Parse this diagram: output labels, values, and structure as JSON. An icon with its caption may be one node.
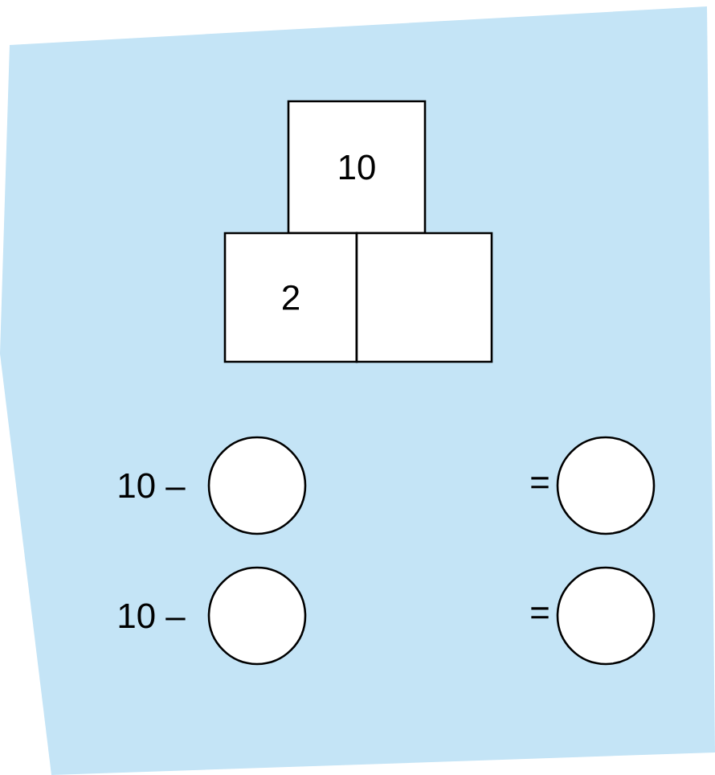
{
  "diagram": {
    "nodes": [
      {
        "text": [
          "10"
        ]
      },
      {
        "text": [
          "2"
        ]
      },
      {
        "text": [],
        "shape": "box"
      },
      {
        "text": [],
        "shape": "circle"
      },
      {
        "text": [],
        "shape": "circle"
      },
      {
        "text": [],
        "shape": "circle"
      },
      {
        "text": [],
        "shape": "circle"
      }
    ],
    "labels": [
      "10 –",
      "=",
      "10 –",
      "="
    ]
  }
}
